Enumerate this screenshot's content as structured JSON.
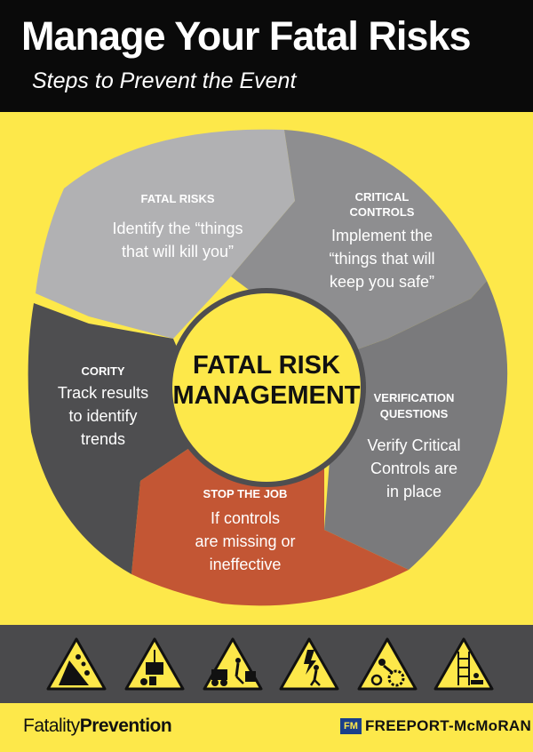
{
  "header": {
    "title": "Manage Your Fatal Risks",
    "subtitle": "Steps to Prevent the Event"
  },
  "wheel": {
    "center": [
      "FATAL RISK",
      "MANAGEMENT"
    ],
    "segments": [
      {
        "id": "fatal-risks",
        "heading": [
          "FATAL RISKS"
        ],
        "body": [
          "Identify the “things",
          "that will kill you”"
        ]
      },
      {
        "id": "critical-controls",
        "heading": [
          "CRITICAL",
          "CONTROLS"
        ],
        "body": [
          "Implement the",
          "“things that will",
          "keep you safe”"
        ]
      },
      {
        "id": "verification-questions",
        "heading": [
          "VERIFICATION",
          "QUESTIONS"
        ],
        "body": [
          "Verify Critical",
          "Controls are",
          "in place"
        ]
      },
      {
        "id": "stop-the-job",
        "heading": [
          "STOP THE JOB"
        ],
        "body": [
          "If controls",
          "are missing or",
          "ineffective"
        ]
      },
      {
        "id": "cority",
        "heading": [
          "CORITY"
        ],
        "body": [
          "Track results",
          "to identify",
          "trends"
        ]
      }
    ]
  },
  "colors": {
    "background": "#fde84a",
    "header": "#0a0a0a",
    "segment_light": "#b1b1b3",
    "segment_mid": "#8e8e90",
    "segment_gray": "#7a7a7c",
    "segment_dark": "#4e4e50",
    "segment_stop": "#c35634",
    "band": "#4a4a4c",
    "brand_blue": "#1a3f8a"
  },
  "icons": [
    "rockfall-hazard-icon",
    "suspended-load-hazard-icon",
    "vehicle-collision-hazard-icon",
    "electrical-hazard-icon",
    "machine-entanglement-hazard-icon",
    "fall-from-height-hazard-icon"
  ],
  "footer": {
    "program_a": "Fatality",
    "program_b": "Prevention",
    "brand_mark": "FM",
    "brand_name": "FREEPORT-McMoRAN"
  }
}
